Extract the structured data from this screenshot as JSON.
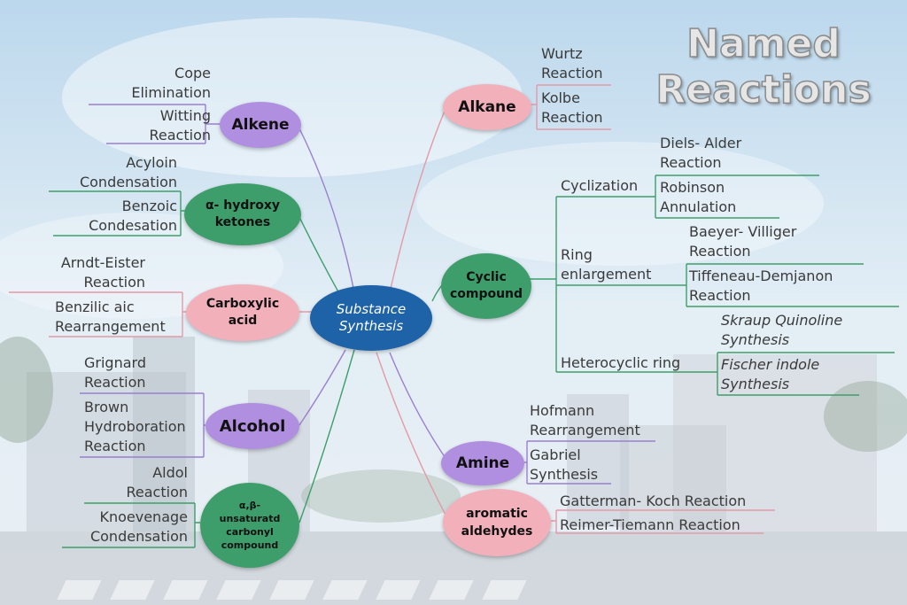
{
  "title": {
    "line1": "Named",
    "line2": "Reactions"
  },
  "center": "Substance\nSynthesis",
  "nodes": {
    "alkene": "Alkene",
    "hydroxy_ketones": "α- hydroxy\nketones",
    "carboxylic_acid": "Carboxylic\nacid",
    "alcohol": "Alcohol",
    "unsaturated_carbonyl": "α,β-\nunsaturatd\ncarbonyl\ncompound",
    "alkane": "Alkane",
    "cyclic_compound": "Cyclic\ncompound",
    "amine": "Amine",
    "aromatic_aldehydes": "aromatic\naldehydes"
  },
  "subgroups": {
    "cyclization": "Cyclization",
    "ring_enlargement": "Ring\nenlargement",
    "heterocyclic_ring": "Heterocyclic ring"
  },
  "reactions": {
    "cope": "Cope\nElimination",
    "witting": "Witting\nReaction",
    "acyloin": "Acyloin\nCondensation",
    "benzoic": "Benzoic\nCondesation",
    "arndt": "Arndt-Eister\nReaction",
    "benzilic": "Benzilic aic\nRearrangement",
    "grignard": "Grignard\nReaction",
    "brown": "Brown\nHydroboration\nReaction",
    "aldol": "Aldol\nReaction",
    "knoevenage": "Knoevenage\nCondensation",
    "wurtz": "Wurtz\nReaction",
    "kolbe": "Kolbe\nReaction",
    "diels": "Diels- Alder\nReaction",
    "robinson": "Robinson\nAnnulation",
    "baeyer": "Baeyer- Villiger\nReaction",
    "tiffeneau": "Tiffeneau-Demjanon\nReaction",
    "skraup": "Skraup  Quinoline\nSynthesis",
    "fischer": "Fischer indole\nSynthesis",
    "hofmann": "Hofmann\nRearrangement",
    "gabriel": "Gabriel\nSynthesis",
    "gatterman": "Gatterman- Koch Reaction",
    "reimer": "Reimer-Tiemann Reaction"
  },
  "colors": {
    "center": "#1e62a8",
    "pink": "#f2b0bb",
    "purple": "#b08ee0",
    "green": "#3e9e6b",
    "sky": "#bcd8ec"
  }
}
